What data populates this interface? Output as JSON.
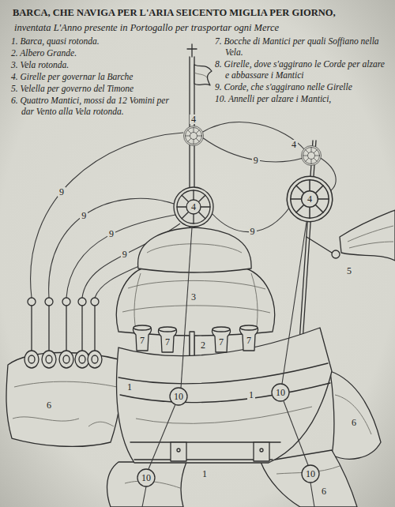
{
  "diagram": {
    "title": "BARCA, CHE NAVIGA PER L'ARIA SEICENTO MIGLIA PER GIORNO,",
    "labels": [
      "inventata L'Anno presente in Portogallo per trasportar ogni Merce",
      "1. Barca, quasi rotonda.",
      "2. Albero Grande.",
      "3. Vela rotonda.",
      "4. Girelle per governar la Barche",
      "5. Velella per governo del Timone",
      "6. Quattro Mantici, mossi da 12 Vomini per dar Vento alla Vela rotonda.",
      "7. Bocche di Mantici per quali Soffiano nella Vela.",
      "8. Girelle, dove s'aggirano le Corde per alzare e abbassare i Mantici",
      "9. Corde, che s'aggirano nelle Girelle",
      "10. Annelli per alzare i Mantici,",
      "4",
      "4",
      "4",
      "4",
      "9",
      "9",
      "9",
      "9",
      "9",
      "9",
      "5",
      "3",
      "7",
      "7",
      "7",
      "7",
      "2",
      "1",
      "1",
      "1",
      "10",
      "10",
      "10",
      "10",
      "6",
      "6",
      "6"
    ]
  }
}
